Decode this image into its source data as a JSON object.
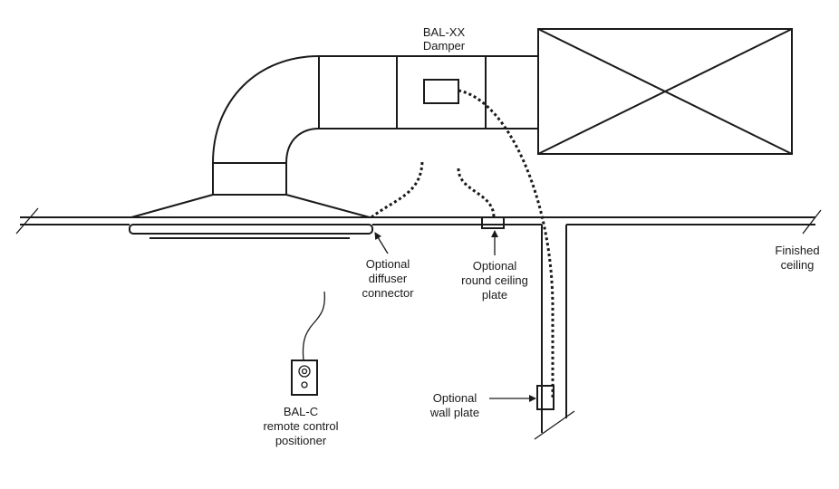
{
  "labels": {
    "damper_line1": "BAL-XX",
    "damper_line2": "Damper",
    "diffuser_line1": "Optional",
    "diffuser_line2": "diffuser",
    "diffuser_line3": "connector",
    "plate_line1": "Optional",
    "plate_line2": "round ceiling",
    "plate_line3": "plate",
    "ceiling_line1": "Finished",
    "ceiling_line2": "ceiling",
    "remote_line1": "BAL-C",
    "remote_line2": "remote control",
    "remote_line3": "positioner",
    "wall_line1": "Optional",
    "wall_line2": "wall plate"
  }
}
